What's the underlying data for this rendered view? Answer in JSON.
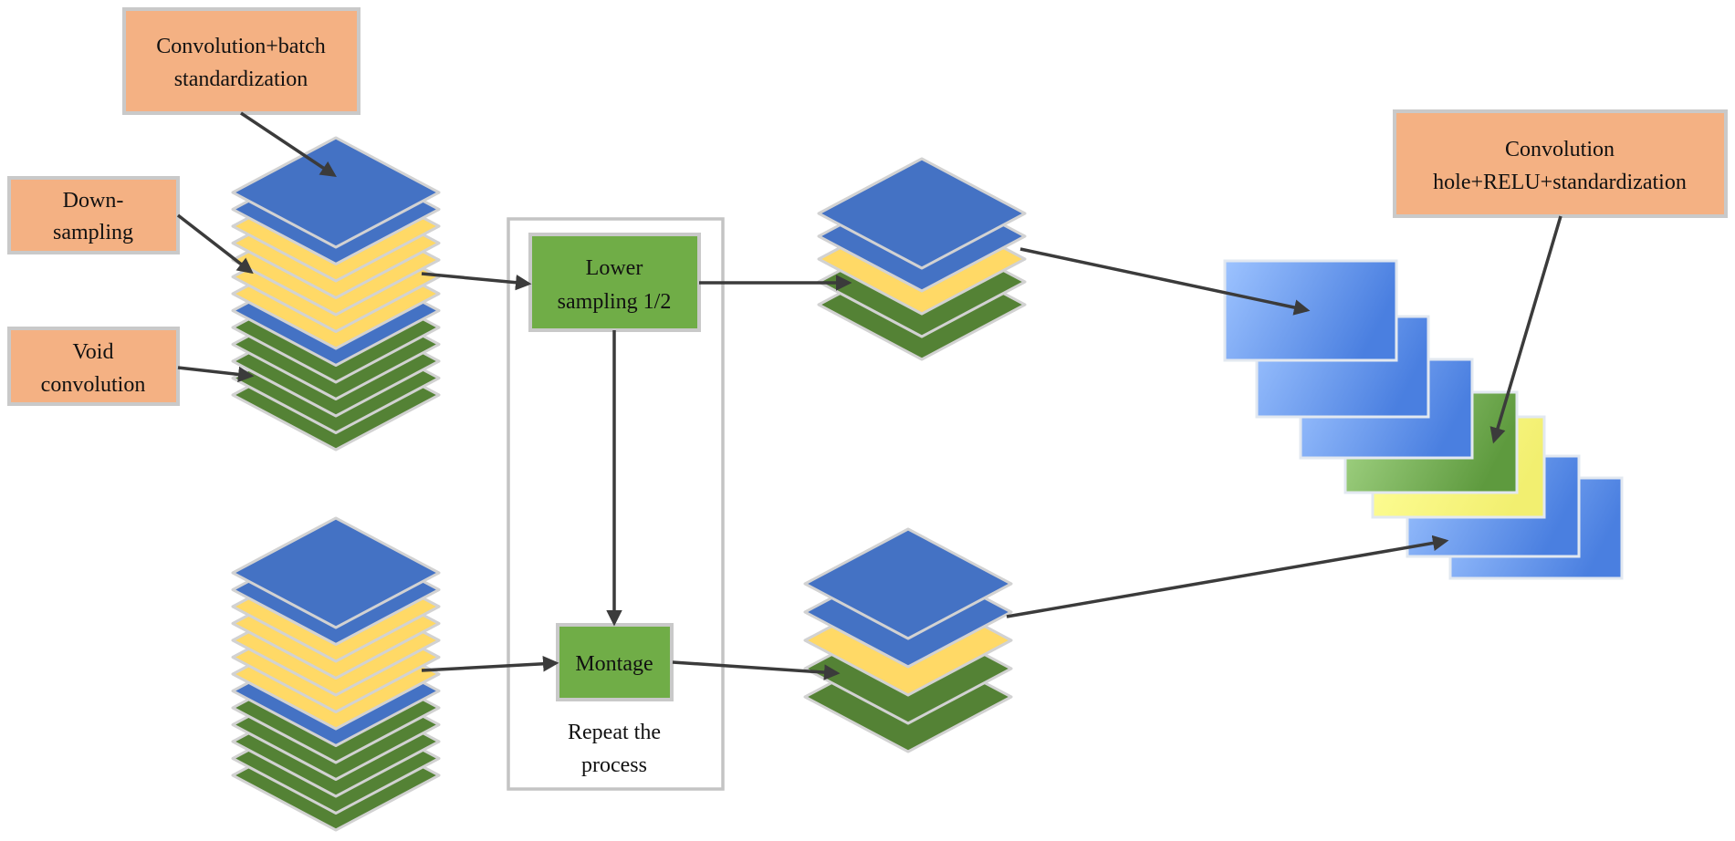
{
  "labels": {
    "conv_batch": [
      "Convolution+batch",
      "standardization"
    ],
    "down_sampling": [
      "Down-",
      "sampling"
    ],
    "void_conv": [
      "Void",
      "convolution"
    ],
    "lower_sampling": [
      "Lower",
      "sampling 1/2"
    ],
    "montage": "Montage",
    "repeat": [
      "Repeat the",
      "process"
    ],
    "conv_hole": [
      "Convolution",
      "hole+RELU+standardization"
    ]
  },
  "colors": {
    "blue": "#4472c4",
    "yellow": "#ffd966",
    "green": "#548235",
    "orange": "#f4b183",
    "green_box": "#70ad47"
  },
  "stacks": {
    "top_left": [
      "green",
      "green",
      "green",
      "green",
      "green",
      "blue",
      "yellow",
      "yellow",
      "yellow",
      "yellow",
      "yellow",
      "blue",
      "blue"
    ],
    "bottom_left": [
      "green",
      "green",
      "green",
      "green",
      "green",
      "blue",
      "yellow",
      "yellow",
      "yellow",
      "yellow",
      "yellow",
      "blue",
      "blue"
    ],
    "top_mid": [
      "green",
      "green",
      "yellow",
      "blue",
      "blue"
    ],
    "bottom_mid": [
      "green",
      "green",
      "yellow",
      "blue",
      "blue"
    ]
  },
  "feature_maps": [
    "blue",
    "blue",
    "blue",
    "green",
    "yellow",
    "blue",
    "blue"
  ]
}
